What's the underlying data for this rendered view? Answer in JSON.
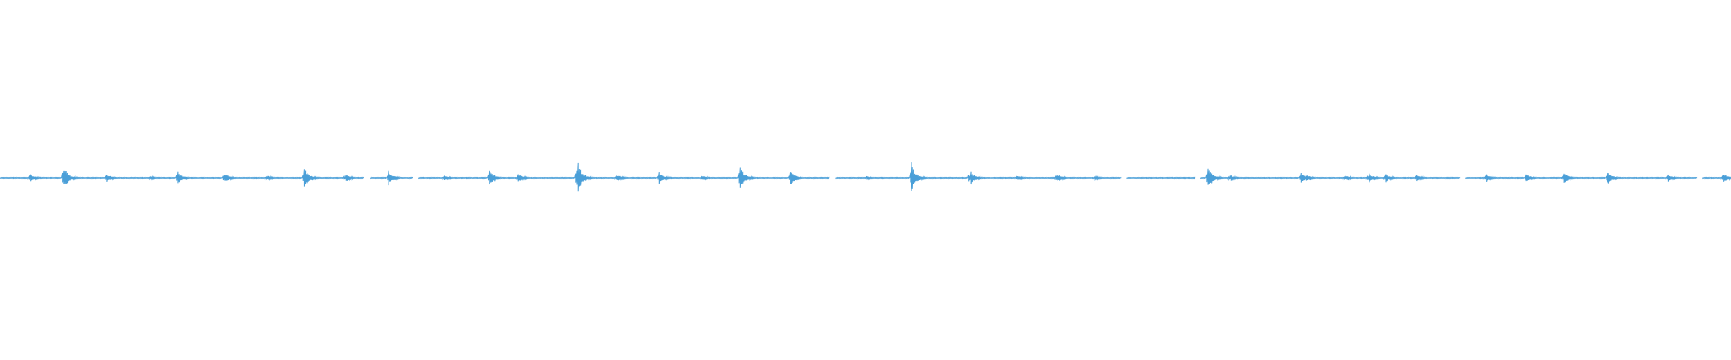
{
  "waveform": {
    "color": "#4a9fd8",
    "samples": 1600,
    "baseline_noise": 0.012,
    "gaps": [
      [
        0.2105,
        0.2135
      ],
      [
        0.2385,
        0.2415
      ],
      [
        0.4795,
        0.4825
      ],
      [
        0.6475,
        0.6505
      ],
      [
        0.6905,
        0.6935
      ],
      [
        0.8435,
        0.8465
      ],
      [
        0.9805,
        0.9835
      ]
    ],
    "transients": [
      {
        "pos": 0.0175,
        "amp": 0.12
      },
      {
        "pos": 0.0365,
        "amp": 0.42
      },
      {
        "pos": 0.0615,
        "amp": 0.14
      },
      {
        "pos": 0.0865,
        "amp": 0.06
      },
      {
        "pos": 0.1025,
        "amp": 0.22
      },
      {
        "pos": 0.1295,
        "amp": 0.18
      },
      {
        "pos": 0.1545,
        "amp": 0.08
      },
      {
        "pos": 0.1755,
        "amp": 0.4
      },
      {
        "pos": 0.1995,
        "amp": 0.14
      },
      {
        "pos": 0.2245,
        "amp": 0.22
      },
      {
        "pos": 0.2565,
        "amp": 0.08
      },
      {
        "pos": 0.2825,
        "amp": 0.34
      },
      {
        "pos": 0.2995,
        "amp": 0.16
      },
      {
        "pos": 0.3335,
        "amp": 0.58
      },
      {
        "pos": 0.3565,
        "amp": 0.12
      },
      {
        "pos": 0.3805,
        "amp": 0.22
      },
      {
        "pos": 0.4055,
        "amp": 0.08
      },
      {
        "pos": 0.4275,
        "amp": 0.42
      },
      {
        "pos": 0.4565,
        "amp": 0.26
      },
      {
        "pos": 0.5005,
        "amp": 0.06
      },
      {
        "pos": 0.5265,
        "amp": 0.52
      },
      {
        "pos": 0.5605,
        "amp": 0.24
      },
      {
        "pos": 0.5875,
        "amp": 0.1
      },
      {
        "pos": 0.6105,
        "amp": 0.16
      },
      {
        "pos": 0.6325,
        "amp": 0.06
      },
      {
        "pos": 0.6975,
        "amp": 0.46
      },
      {
        "pos": 0.7105,
        "amp": 0.1
      },
      {
        "pos": 0.7515,
        "amp": 0.18
      },
      {
        "pos": 0.7545,
        "amp": 0.12
      },
      {
        "pos": 0.7775,
        "amp": 0.08
      },
      {
        "pos": 0.7905,
        "amp": 0.18
      },
      {
        "pos": 0.8005,
        "amp": 0.12
      },
      {
        "pos": 0.8185,
        "amp": 0.1
      },
      {
        "pos": 0.8585,
        "amp": 0.12
      },
      {
        "pos": 0.8815,
        "amp": 0.14
      },
      {
        "pos": 0.9035,
        "amp": 0.16
      },
      {
        "pos": 0.9285,
        "amp": 0.22
      },
      {
        "pos": 0.9635,
        "amp": 0.12
      },
      {
        "pos": 0.9955,
        "amp": 0.16
      }
    ]
  }
}
